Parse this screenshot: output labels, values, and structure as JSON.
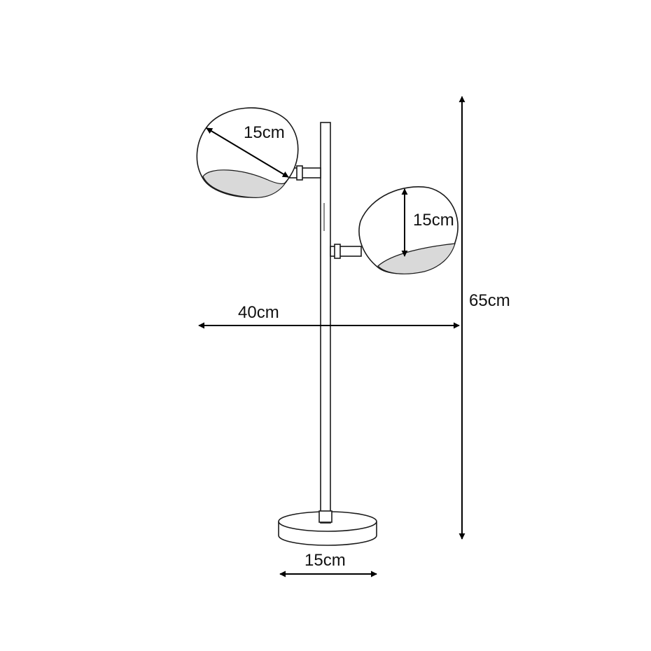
{
  "dimensions": {
    "shade_upper": "15cm",
    "shade_lower": "15cm",
    "width": "40cm",
    "height": "65cm",
    "base": "15cm"
  },
  "colors": {
    "line": "#1a1a1a",
    "shade_interior": "#d9d9d9",
    "background": "#ffffff"
  }
}
